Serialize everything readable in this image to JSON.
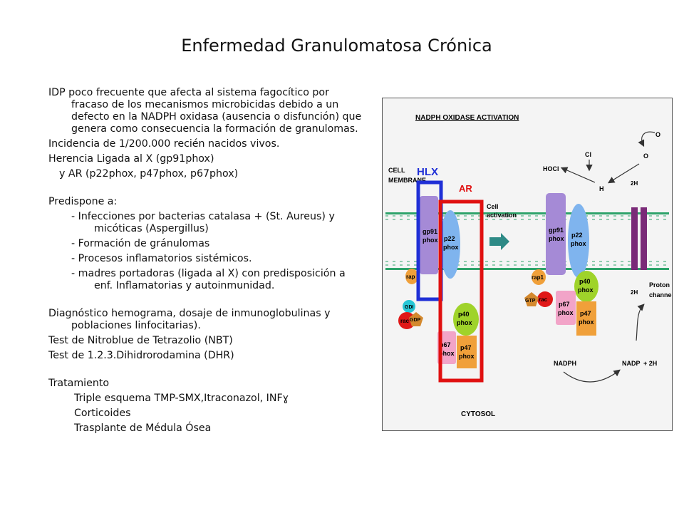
{
  "title": "Enfermedad Granulomatosa Crónica",
  "body": {
    "definition": "IDP poco frecuente que afecta al sistema fagocítico por fracaso de los mecanismos microbicidas debido a un defecto en la NADPH oxidasa (ausencia o disfunción) que genera como consecuencia la formación de granulomas.",
    "incidence": "Incidencia de 1/200.000 recién nacidos vivos.",
    "inheritance": "Herencia Ligada al X (gp91phox)",
    "inheritance_ar": "y AR (p22phox, p47phox, p67phox)",
    "predisposes_heading": "Predispone a:",
    "predisposes": [
      "-  Infecciones por bacterias catalasa + (St. Aureus) y micóticas (Aspergillus)",
      "- Formación de gránulomas",
      "- Procesos inflamatorios sistémicos.",
      "- madres portadoras (ligada al X) con predisposición a enf. Inflamatorias y autoinmunidad."
    ],
    "diagnosis": "Diagnóstico hemograma, dosaje de inmunoglobulinas y poblaciones linfocitarias).",
    "test_nbt": "Test de Nitroblue de Tetrazolio (NBT)",
    "test_dhr": "Test de 1.2.3.Dihidrorodamina (DHR)",
    "treatment_heading": "Tratamiento",
    "treatment": [
      "Triple esquema TMP-SMX,Itraconazol, INFɣ",
      "Corticoides",
      "Trasplante de Médula Ósea"
    ]
  },
  "figure": {
    "heading": "NADPH OXIDASE ACTIVATION",
    "cell_label": "CELL",
    "membrane_label": "MEMBRANE",
    "hlx_label": "HLX",
    "ar_label": "AR",
    "cell_activation_1": "Cell",
    "cell_activation_2": "activation",
    "cytosol": "CYTOSOL",
    "gp91": "gp91",
    "p22": "p22",
    "p40": "p40",
    "p67": "p67",
    "p47": "p47",
    "phox": "phox",
    "rap": "rap",
    "rap1": "rap1",
    "gdi": "GDI",
    "rac": "rac",
    "gdp": "GDP",
    "gtp": "GTP",
    "hocl": "HOCl",
    "cl": "Cl",
    "o2": "O",
    "o2_minus": "O",
    "h2o2": "H",
    "two_h": "2H",
    "proton_1": "Proton",
    "proton_2": "channel",
    "nadph": "NADPH",
    "nadp": "NADP",
    "nadp_rest": "+ 2H",
    "colors": {
      "hlx": "#1f2fd6",
      "ar": "#e01010",
      "gp91": "#a58ad6",
      "p22": "#7fb4ee",
      "p40": "#9fd32a",
      "p67": "#f2a4c8",
      "p47": "#f0a03a",
      "rac": "#e01818",
      "gdi": "#26c6d6",
      "gdp": "#d4892e",
      "membrane": "#2ea36a",
      "channel": "#7a2a78"
    }
  }
}
